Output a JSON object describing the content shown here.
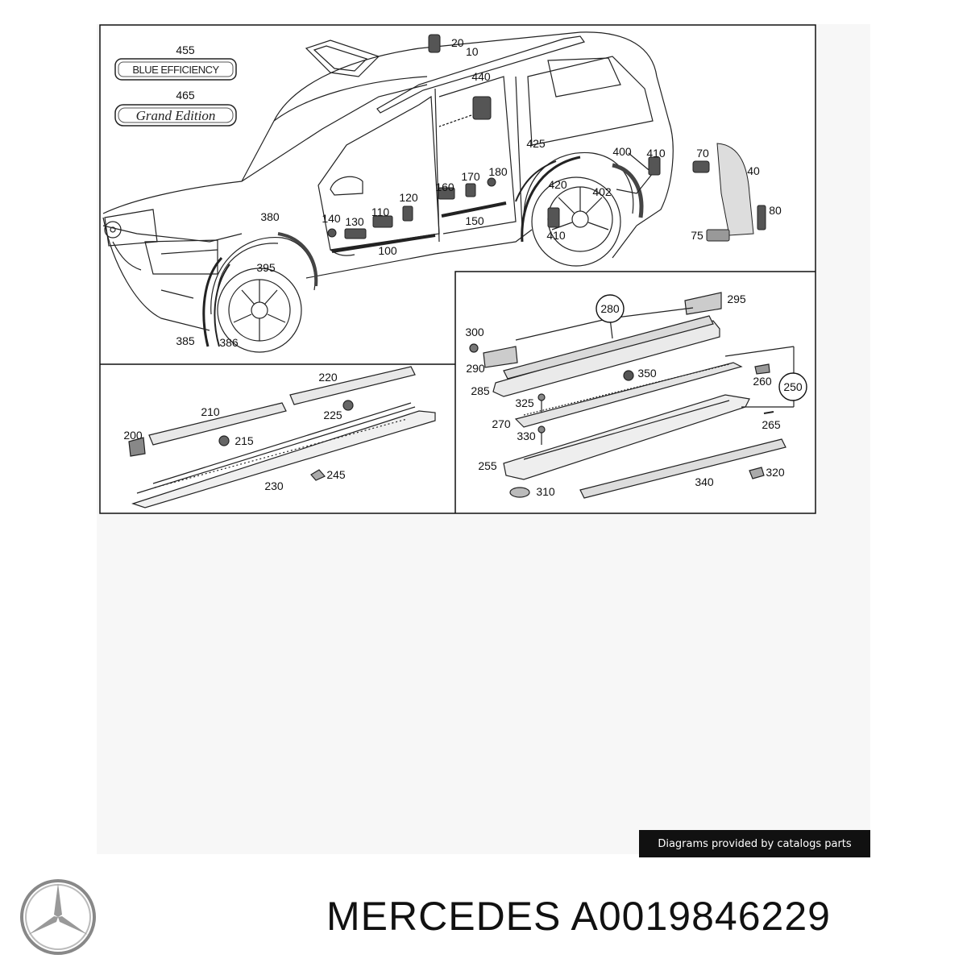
{
  "diagram": {
    "car_panel_labels": [
      "455",
      "465",
      "20",
      "10",
      "440",
      "425",
      "400",
      "410",
      "70",
      "40",
      "80",
      "75",
      "420",
      "402",
      "410",
      "380",
      "140",
      "130",
      "110",
      "120",
      "160",
      "170",
      "180",
      "150",
      "100",
      "395",
      "385",
      "386"
    ],
    "sill_panel_labels": [
      "220",
      "210",
      "225",
      "200",
      "215",
      "230",
      "245"
    ],
    "step_panel_labels": [
      "280",
      "295",
      "300",
      "290",
      "350",
      "285",
      "325",
      "260",
      "250",
      "270",
      "265",
      "330",
      "255",
      "310",
      "340",
      "320"
    ],
    "badge_blue": "BLUE EFFICIENCY",
    "badge_grand": "Grand Edition"
  },
  "credit": "Diagrams provided by catalogs parts",
  "footer": {
    "brand_part": "MERCEDES A0019846229"
  }
}
